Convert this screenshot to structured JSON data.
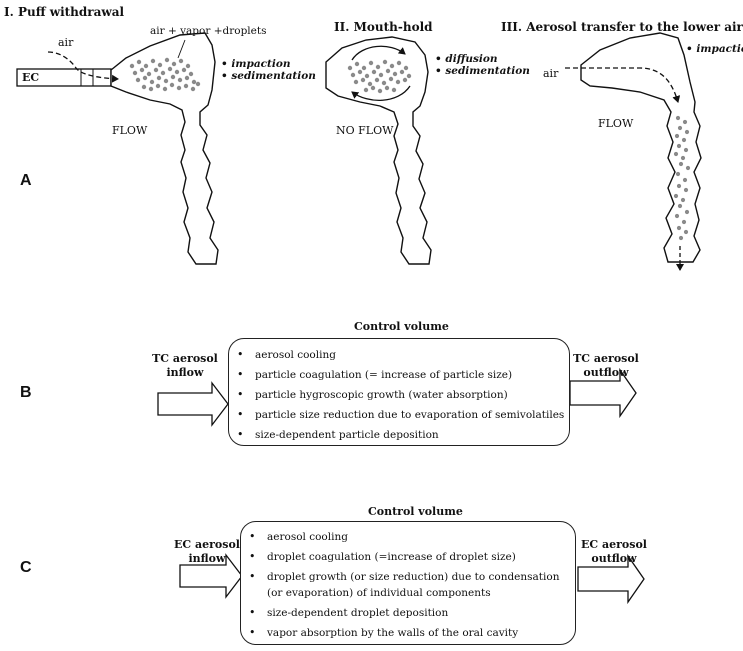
{
  "panel_a": {
    "letter": "A",
    "phase1": {
      "title": "I. Puff withdrawal",
      "ec_label": "EC",
      "air_label": "air",
      "mixture_label": "air + vapor +droplets",
      "mechanisms": [
        "impaction",
        "sedimentation"
      ],
      "flow_label": "FLOW"
    },
    "phase2": {
      "title": "II. Mouth-hold",
      "mechanisms": [
        "diffusion",
        "sedimentation"
      ],
      "flow_label": "NO FLOW"
    },
    "phase3": {
      "title": "III. Aerosol transfer to the lower airways",
      "air_label": "air",
      "mechanisms": [
        "impaction"
      ],
      "flow_label": "FLOW"
    }
  },
  "panel_b": {
    "letter": "B",
    "box_title": "Control volume",
    "inflow_label": [
      "TC aerosol",
      "inflow"
    ],
    "outflow_label": [
      "TC aerosol",
      "outflow"
    ],
    "items": [
      "aerosol cooling",
      "particle coagulation (= increase of particle size)",
      "particle hygroscopic growth (water absorption)",
      "particle size reduction due to evaporation of semivolatiles",
      "size-dependent particle deposition"
    ]
  },
  "panel_c": {
    "letter": "C",
    "box_title": "Control volume",
    "inflow_label": [
      "EC aerosol",
      "inflow"
    ],
    "outflow_label": [
      "EC aerosol",
      "outflow"
    ],
    "items": [
      "aerosol cooling",
      "droplet coagulation (=increase of droplet size)",
      "droplet growth (or size reduction) due to condensation",
      "(or evaporation) of individual components",
      "size-dependent droplet deposition",
      "vapor absorption by the walls of the oral cavity"
    ]
  }
}
